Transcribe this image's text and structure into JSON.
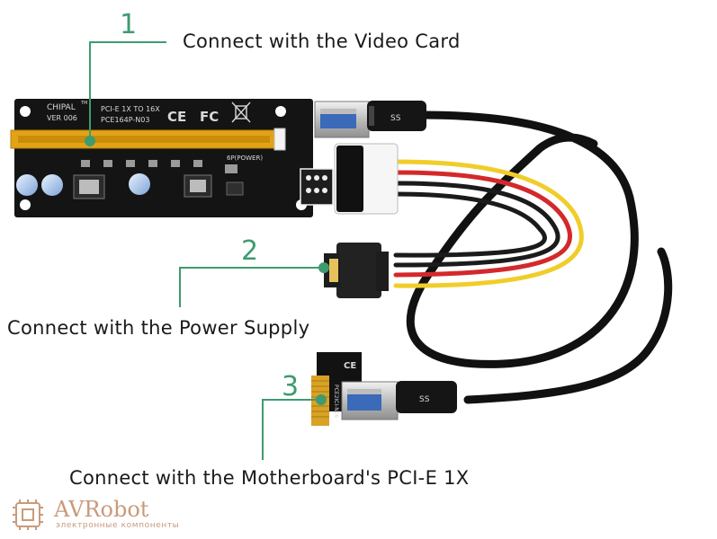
{
  "callouts": [
    {
      "number": "1",
      "label": "Connect with the Video Card"
    },
    {
      "number": "2",
      "label": "Connect with the Power Supply"
    },
    {
      "number": "3",
      "label": "Connect with the Motherboard's PCI-E 1X"
    }
  ],
  "board": {
    "brand": "CHIPAL",
    "trademark": "TM",
    "version": "VER 006",
    "model_line1": "PCI-E 1X TO 16X",
    "model_line2": "PCE164P-N03",
    "ce": "CE",
    "fc": "FC",
    "ss_label": "SS",
    "conn_label": "6P(POWER)"
  },
  "adapter": {
    "model": "PCE2ICI-N06",
    "ce": "CE",
    "ss_label": "SS"
  },
  "watermark": {
    "name": "AVRobot",
    "tagline": "электронные компоненты"
  },
  "colors": {
    "accent_green": "#3f9b6f",
    "pcb": "#141414",
    "slot": "#e2a416",
    "wire_yellow": "#f1cd2a",
    "wire_red": "#d3292b",
    "wire_black": "#1b1b1b",
    "cable": "#111111",
    "watermark": "#c99a7a"
  }
}
